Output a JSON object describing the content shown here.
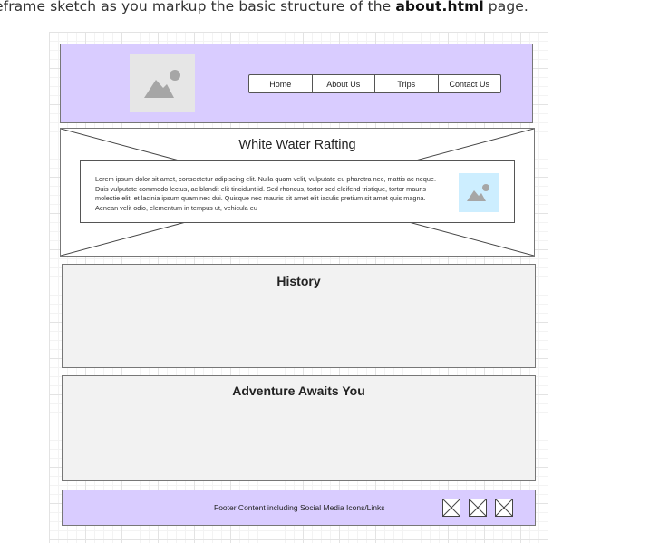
{
  "caption": {
    "before": "eframe sketch as you markup the basic structure of the ",
    "file": "about.html",
    "after": " page."
  },
  "header": {
    "logo_icon": "image-placeholder-icon",
    "nav": [
      {
        "label": "Home"
      },
      {
        "label": "About Us"
      },
      {
        "label": "Trips"
      },
      {
        "label": "Contact Us"
      }
    ],
    "background": "#d9ccff"
  },
  "hero": {
    "title": "White Water Rafting",
    "text": "Lorem ipsum dolor sit amet, consectetur adipiscing elit. Nulla quam velit, vulputate eu pharetra nec, mattis ac neque. Duis vulputate commodo lectus, ac blandit elit tincidunt id. Sed rhoncus, tortor sed eleifend tristique, tortor mauris molestie elit, et lacinia ipsum quam nec dui. Quisque nec mauris sit amet elit iaculis pretium sit amet quis magna. Aenean velit odio, elementum in tempus ut, vehicula eu",
    "image_icon": "image-placeholder-icon",
    "image_background": "#cdeeff"
  },
  "sections": [
    {
      "title": "History"
    },
    {
      "title": "Adventure Awaits You"
    }
  ],
  "footer": {
    "text": "Footer Content including Social Media Icons/Links",
    "social_icons": [
      "social-placeholder-icon",
      "social-placeholder-icon",
      "social-placeholder-icon"
    ],
    "background": "#d9ccff"
  }
}
